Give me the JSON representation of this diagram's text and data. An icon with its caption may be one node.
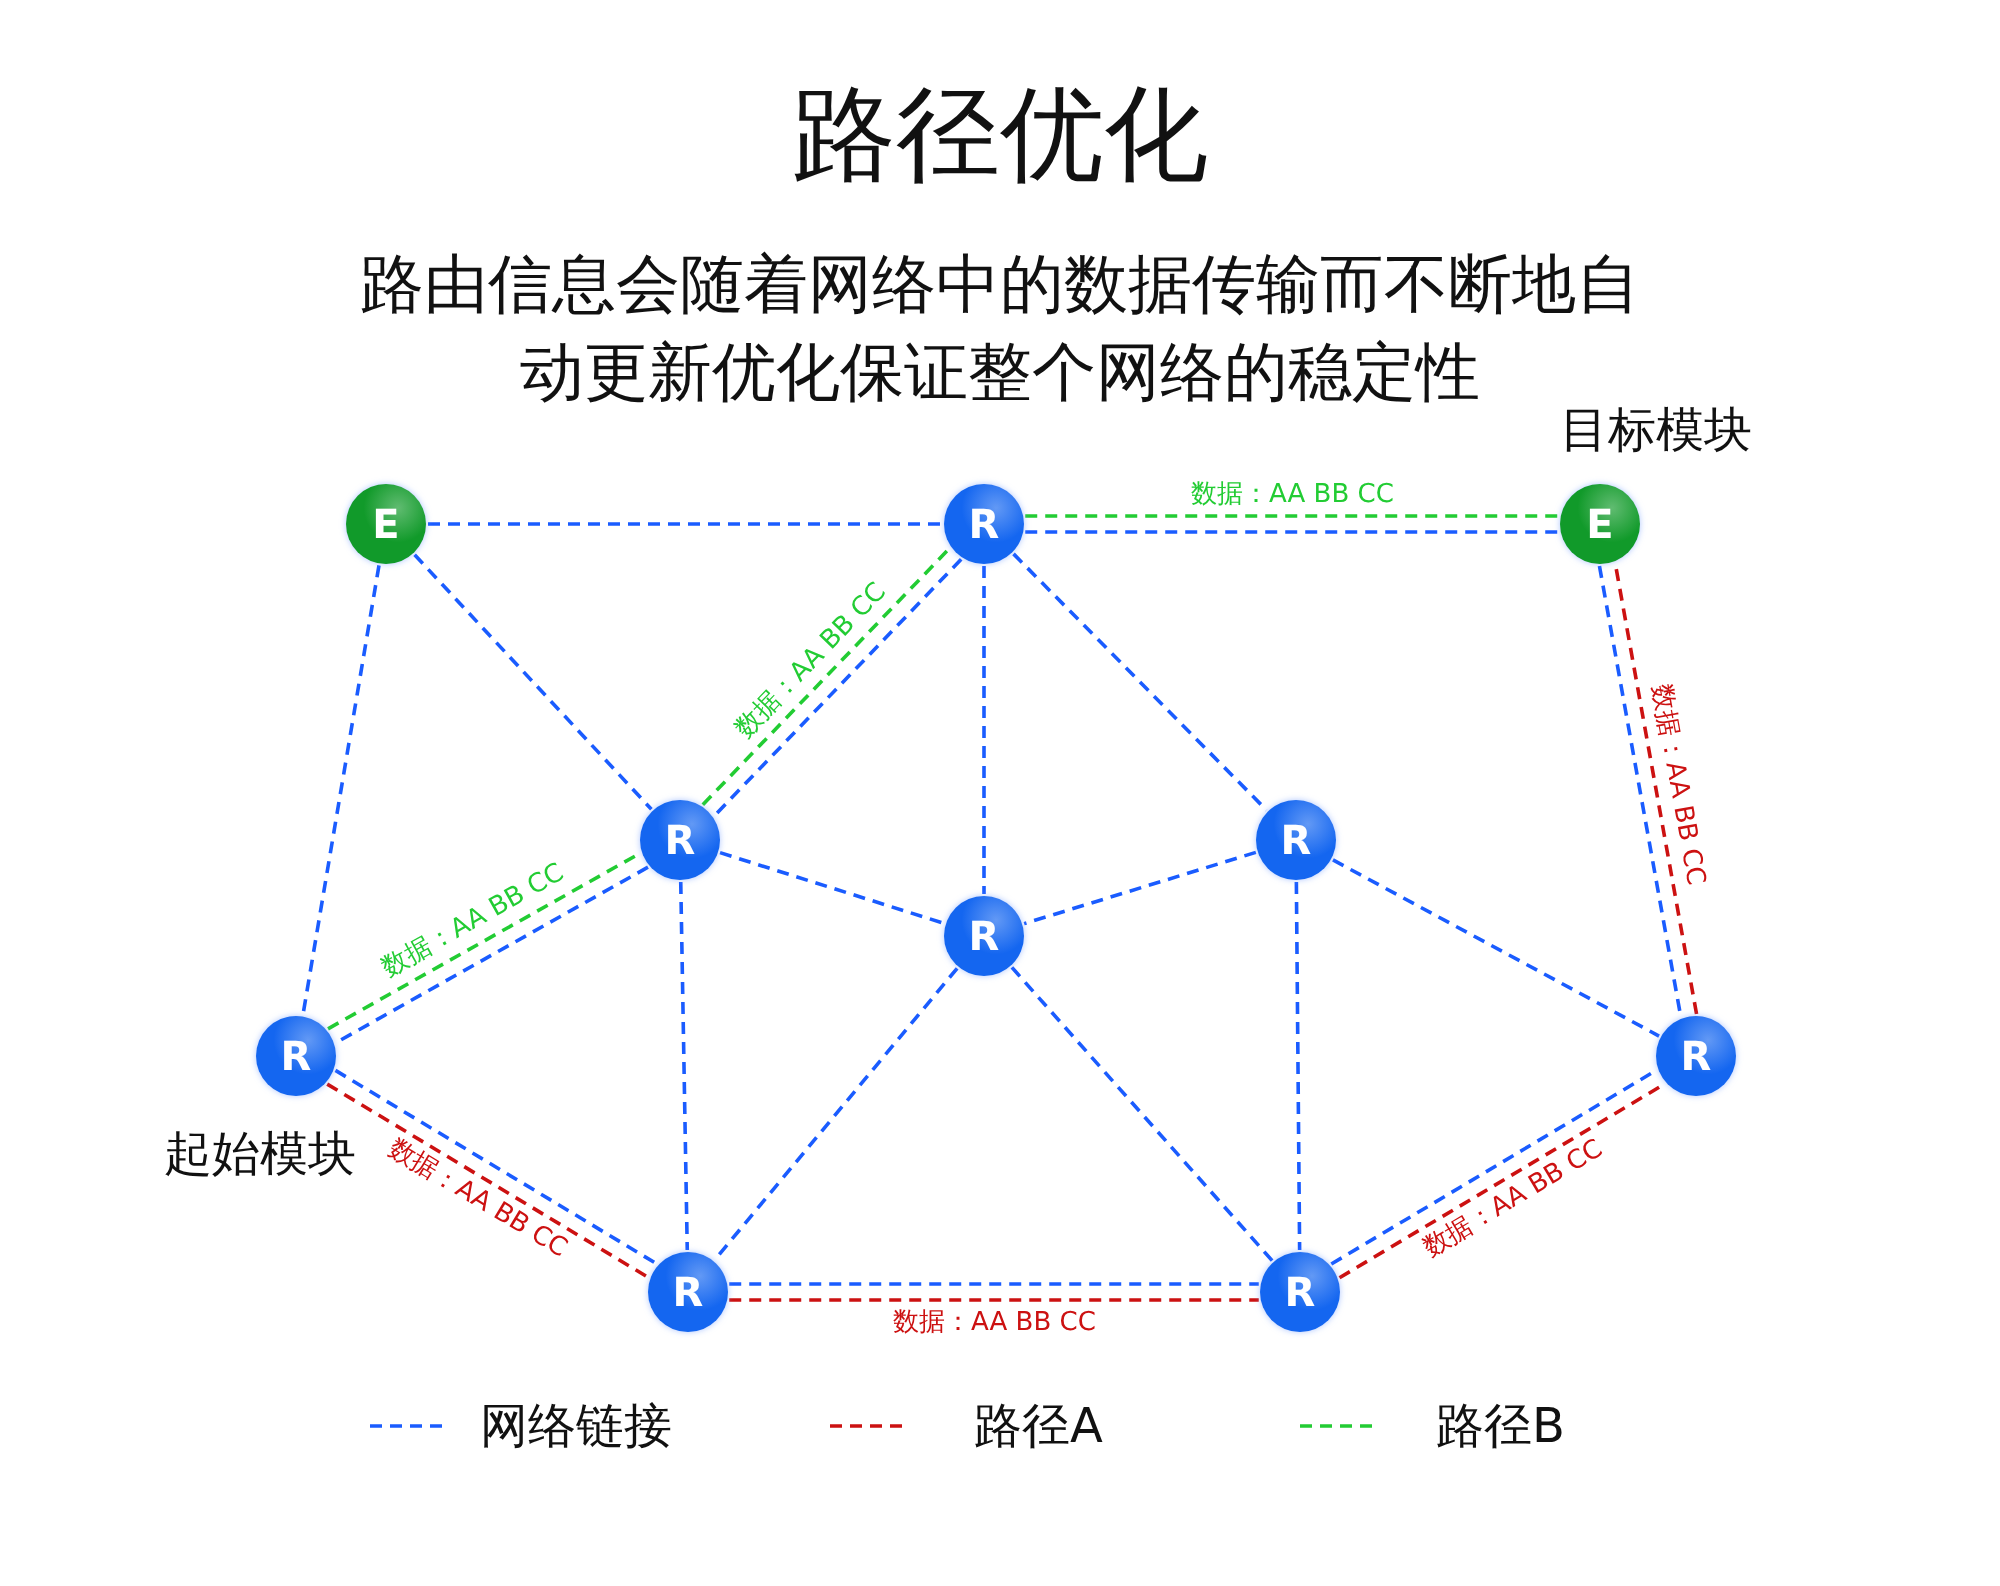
{
  "diagram": {
    "title": "路径优化",
    "nodes": [
      {
        "text": [
          "E"
        ]
      },
      {
        "text": [
          "R"
        ]
      },
      {
        "text": [
          "E"
        ],
        "beside": [
          "目标模块"
        ]
      },
      {
        "text": [
          "R"
        ]
      },
      {
        "text": [
          "R"
        ]
      },
      {
        "text": [
          "R"
        ]
      },
      {
        "text": [
          "R"
        ],
        "beside": [
          "起始模块"
        ]
      },
      {
        "text": [
          "R"
        ]
      },
      {
        "text": [
          "R"
        ]
      },
      {
        "text": [
          "R"
        ]
      }
    ],
    "edges": [
      {
        "from": 0,
        "to": 1,
        "arrow": "none"
      },
      {
        "from": 0,
        "to": 3,
        "arrow": "none"
      },
      {
        "from": 0,
        "to": 6,
        "arrow": "none"
      },
      {
        "from": 1,
        "to": 2,
        "arrow": "none"
      },
      {
        "from": 1,
        "to": 3,
        "arrow": "none"
      },
      {
        "from": 1,
        "to": 5,
        "arrow": "none"
      },
      {
        "from": 1,
        "to": 4,
        "arrow": "none"
      },
      {
        "from": 2,
        "to": 7,
        "arrow": "none"
      },
      {
        "from": 3,
        "to": 6,
        "arrow": "none"
      },
      {
        "from": 3,
        "to": 5,
        "arrow": "none"
      },
      {
        "from": 3,
        "to": 8,
        "arrow": "none"
      },
      {
        "from": 4,
        "to": 5,
        "arrow": "none"
      },
      {
        "from": 4,
        "to": 9,
        "arrow": "none"
      },
      {
        "from": 4,
        "to": 7,
        "arrow": "none"
      },
      {
        "from": 5,
        "to": 8,
        "arrow": "none"
      },
      {
        "from": 5,
        "to": 9,
        "arrow": "none"
      },
      {
        "from": 6,
        "to": 8,
        "arrow": "none"
      },
      {
        "from": 8,
        "to": 9,
        "arrow": "none"
      },
      {
        "from": 9,
        "to": 7,
        "arrow": "none"
      },
      {
        "from": 6,
        "to": 3,
        "arrow": "none",
        "label": "数据：AA BB CC",
        "color": "#22cc33"
      },
      {
        "from": 3,
        "to": 1,
        "arrow": "none",
        "label": "数据：AA BB CC",
        "color": "#22cc33"
      },
      {
        "from": 1,
        "to": 2,
        "arrow": "none",
        "label": "数据：AA BB CC",
        "color": "#22cc33"
      },
      {
        "from": 6,
        "to": 8,
        "arrow": "none",
        "label": "数据：AA BB CC",
        "color": "#cc1111"
      },
      {
        "from": 8,
        "to": 9,
        "arrow": "none",
        "label": "数据：AA BB CC",
        "color": "#cc1111"
      },
      {
        "from": 9,
        "to": 7,
        "arrow": "none",
        "label": "数据：AA BB CC",
        "color": "#cc1111"
      },
      {
        "from": 7,
        "to": 2,
        "arrow": "none",
        "label": "数据：AA BB CC",
        "color": "#cc1111"
      }
    ],
    "labels": [
      "路由信息会随着网络中的数据传输而不断地自动更新优化保证整个网络的稳定性"
    ],
    "legend": [
      {
        "text": "网络链接"
      },
      {
        "text": "路径A"
      },
      {
        "text": "路径B"
      }
    ]
  }
}
